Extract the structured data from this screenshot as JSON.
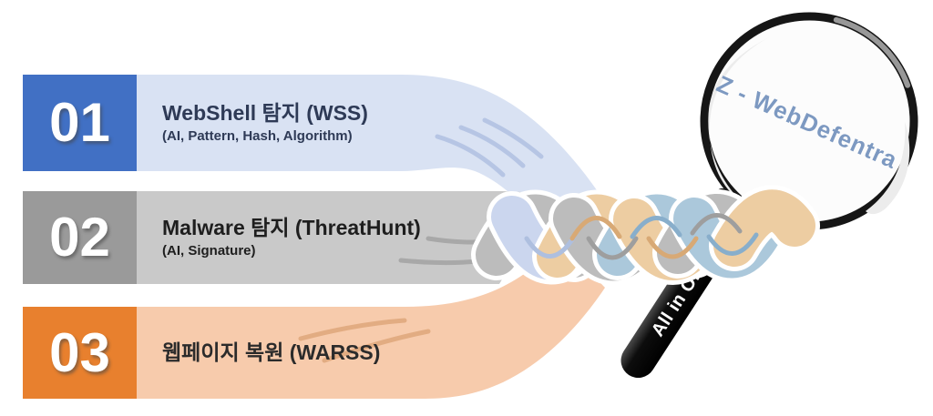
{
  "magnifier": {
    "lens_label": "Z - WebDefentra",
    "lens_label_color": "#7d99c1",
    "handle_label": "All in One",
    "handle_color": "#0d0d0d",
    "rim_color": "#161616"
  },
  "steps": [
    {
      "number": "01",
      "title": "WebShell 탐지 (WSS)",
      "subtitle": "(AI, Pattern, Hash, Algorithm)",
      "block_color": "#4170c4",
      "ribbon_color": "#d9e2f3",
      "text_color": "#2e3a56"
    },
    {
      "number": "02",
      "title": "Malware 탐지 (ThreatHunt)",
      "subtitle": "(AI, Signature)",
      "block_color": "#9a9a9a",
      "ribbon_color": "#c9c9c9",
      "text_color": "#1e1e1e"
    },
    {
      "number": "03",
      "title": "웹페이지 복원 (WARSS)",
      "block_color": "#e8802e",
      "ribbon_color": "#f7cbac",
      "text_color": "#2b2b2b"
    }
  ],
  "braid_colors": {
    "lavender": "#cbd6ee",
    "gray": "#bcbcbc",
    "tan": "#edcda2",
    "blue": "#abc8db"
  }
}
